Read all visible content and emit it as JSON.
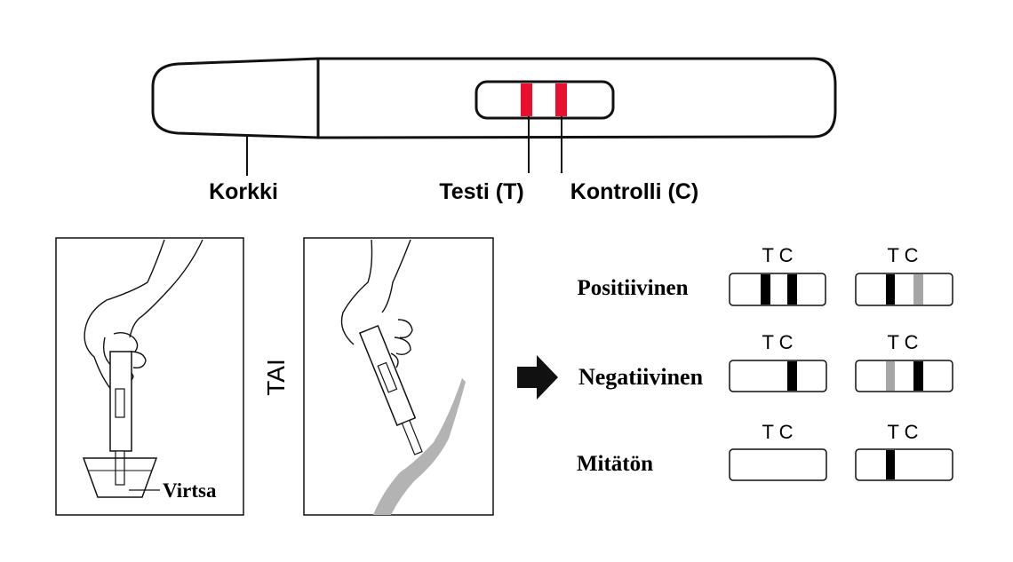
{
  "device": {
    "labels": {
      "cap": "Korkki",
      "test": "Testi (T)",
      "control": "Kontrolli (C)"
    },
    "line_color": "#e8102e"
  },
  "methods": {
    "or_label": "TAI",
    "urine_label": "Virtsa"
  },
  "results": {
    "tc_label": "T C",
    "rows": [
      {
        "label": "Positiivinen"
      },
      {
        "label": "Negatiivinen"
      },
      {
        "label": "Mitätön"
      }
    ],
    "faint_line_color": "#a6a6a6"
  }
}
